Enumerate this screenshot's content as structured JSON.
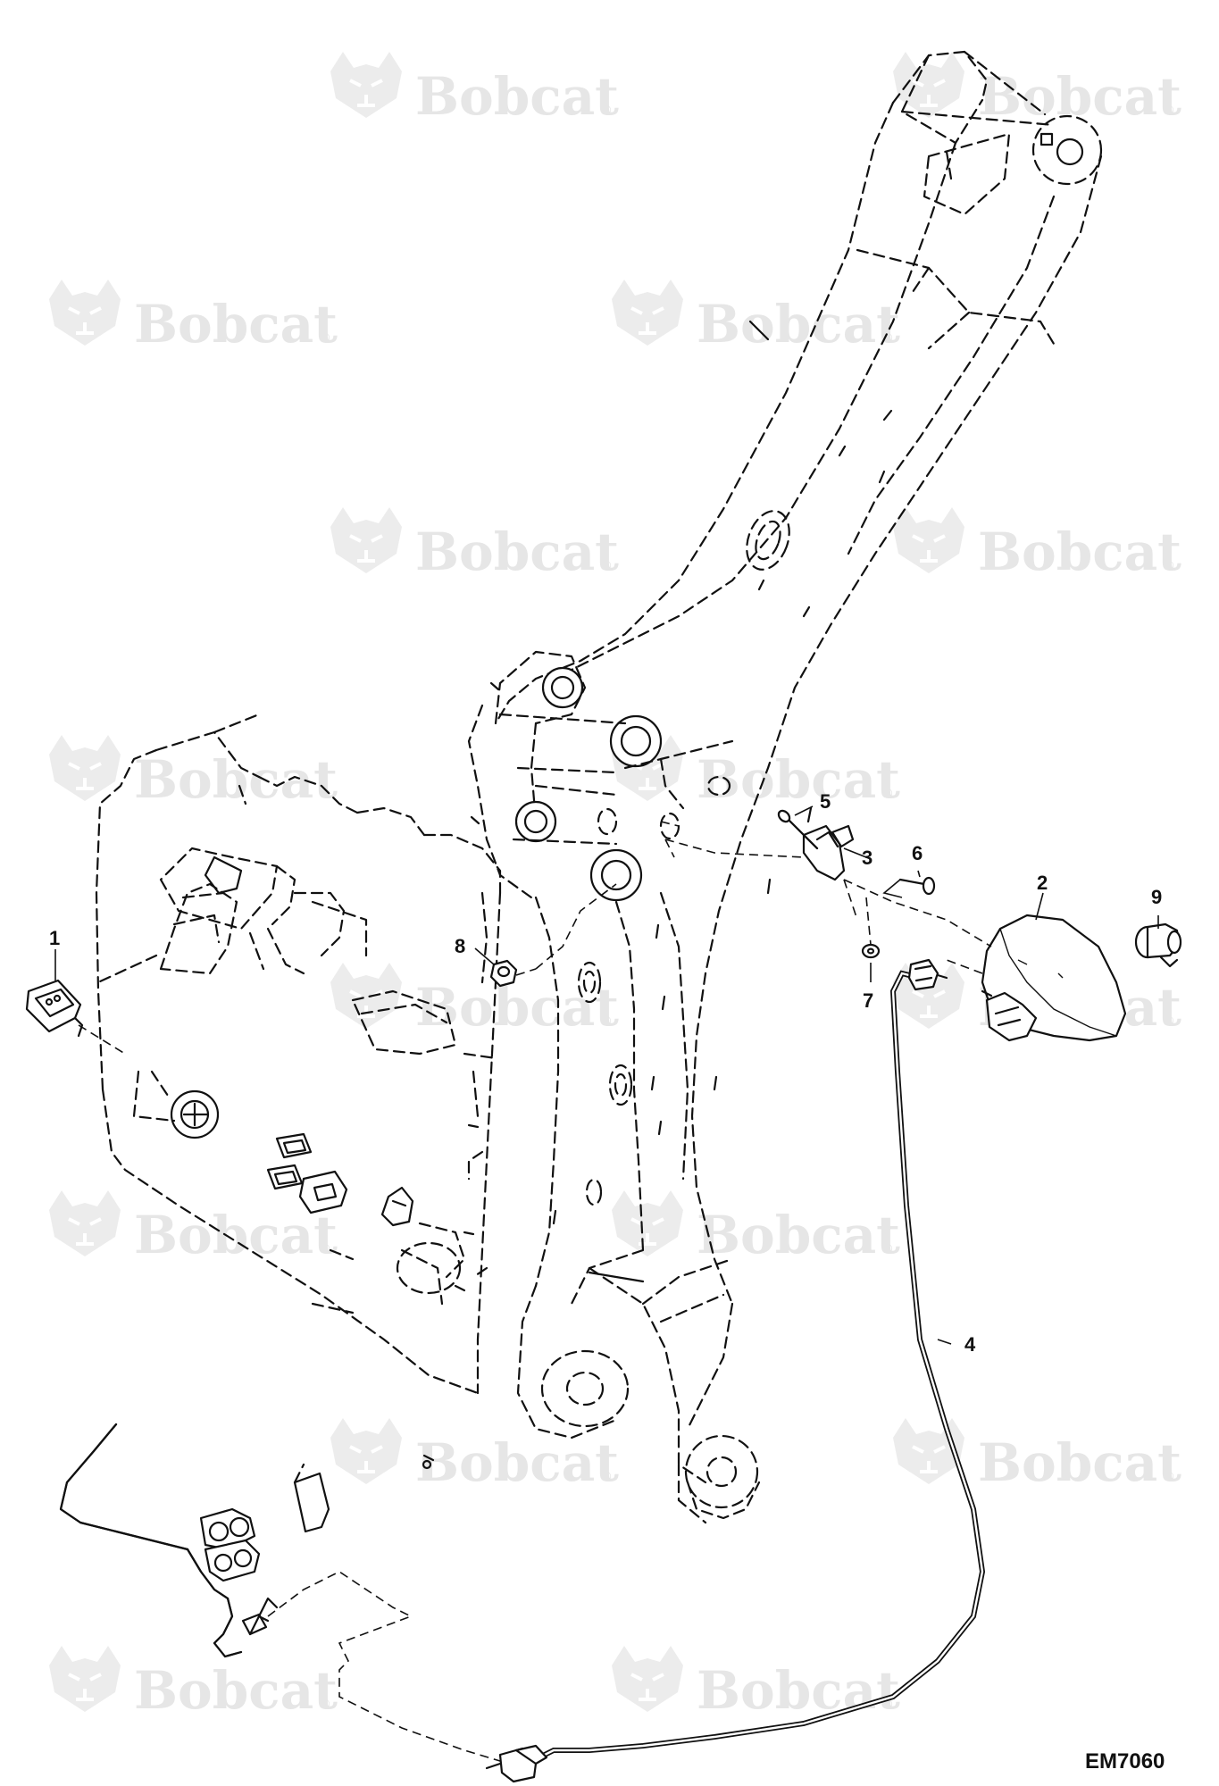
{
  "watermark": {
    "text": "Bobcat",
    "registered": "®",
    "icon": "bobcat-head-logo-icon",
    "color": "#e6e6e6"
  },
  "figure_code": "EM7060",
  "callouts": [
    "1",
    "2",
    "3",
    "4",
    "5",
    "6",
    "7",
    "8",
    "9"
  ],
  "line_color": "#111111",
  "background": "#ffffff"
}
